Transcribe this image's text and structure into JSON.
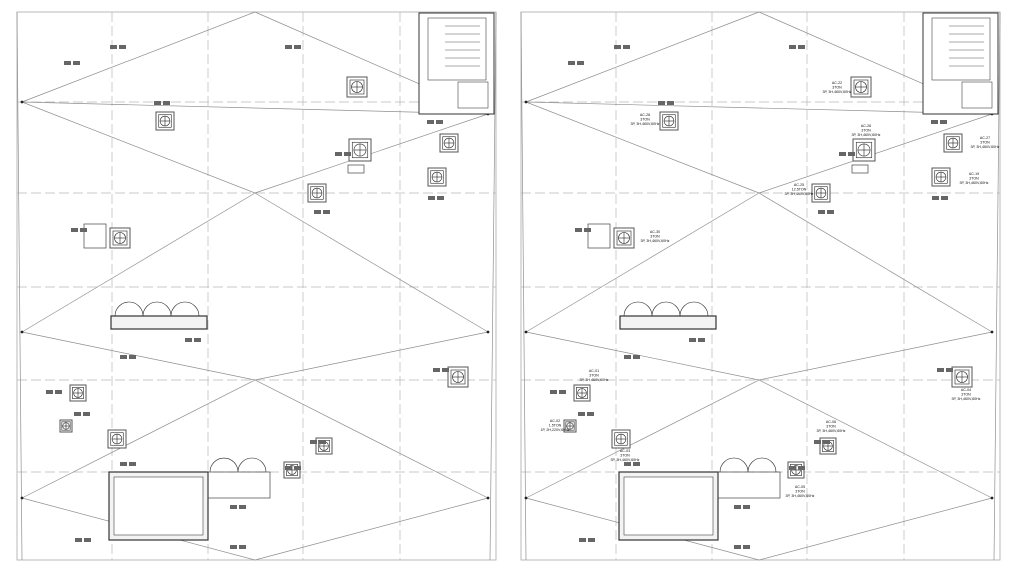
{
  "drawing": {
    "panels": [
      {
        "id": "left",
        "tags": []
      },
      {
        "id": "right",
        "tags": [
          {
            "unit": "u-r-ac22",
            "lines": [
              "AC-22",
              "3TON",
              "3P, 3H,460V,60Hz"
            ]
          },
          {
            "unit": "u-r-ac28",
            "lines": [
              "AC-28",
              "3TON",
              "3P, 3H,460V,60Hz"
            ]
          },
          {
            "unit": "u-r-ac26",
            "lines": [
              "AC-26",
              "3TON",
              "3P, 3H,460V,60Hz"
            ]
          },
          {
            "unit": "u-r-ac27",
            "lines": [
              "AC-27",
              "3TON",
              "3P, 3H,460V,60Hz"
            ]
          },
          {
            "unit": "u-r-ac25",
            "lines": [
              "AC-25",
              "12.5TON",
              "3P, 3H,460V,60Hz"
            ]
          },
          {
            "unit": "u-r-ac19",
            "lines": [
              "AC-19",
              "3TON",
              "3P, 3H,460V,60Hz"
            ]
          },
          {
            "unit": "u-r-ac30",
            "lines": [
              "AC-30",
              "3TON",
              "3P, 3H,460V,60Hz"
            ]
          },
          {
            "unit": "u-r-ac01",
            "lines": [
              "AC-01",
              "3TON",
              "3P, 3H,460V,60Hz"
            ]
          },
          {
            "unit": "u-r-ac02",
            "lines": [
              "AC-02",
              "1.5TON",
              "1P, 2H,220V,60Hz"
            ]
          },
          {
            "unit": "u-r-ac03",
            "lines": [
              "AC-03",
              "3TON",
              "3P, 3H,460V,60Hz"
            ]
          },
          {
            "unit": "u-r-ac06",
            "lines": [
              "AC-06",
              "3TON",
              "3P, 3H,460V,60Hz"
            ]
          },
          {
            "unit": "u-r-ac05",
            "lines": [
              "AC-05",
              "3TON",
              "3P, 3H,460V,60Hz"
            ]
          },
          {
            "unit": "u-r-ac04",
            "lines": [
              "AC-04",
              "3TON",
              "3P, 3H,460V,60Hz"
            ]
          }
        ]
      }
    ]
  }
}
